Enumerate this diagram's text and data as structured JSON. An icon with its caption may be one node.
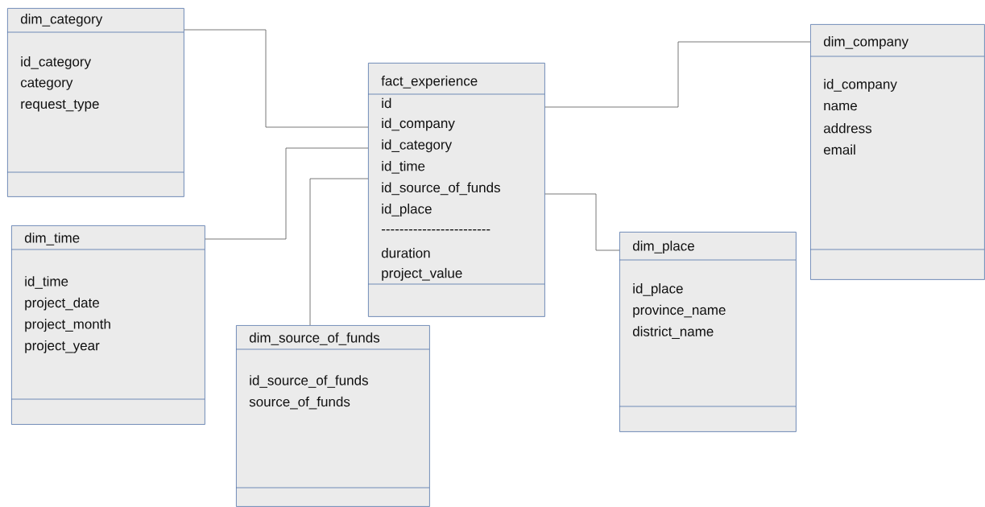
{
  "diagram": {
    "nodes": [
      {
        "text": [
          "dim_category",
          "id_category",
          "category",
          "request_type"
        ]
      },
      {
        "text": [
          "fact_experience",
          "id",
          "id_company",
          "id_category",
          "id_time",
          "id_source_of_funds",
          "id_place",
          "------------------------",
          "duration",
          "project_value"
        ]
      },
      {
        "text": [
          "dim_company",
          "id_company",
          "name",
          "address",
          "email"
        ]
      },
      {
        "text": [
          "dim_time",
          "id_time",
          "project_date",
          "project_month",
          "project_year"
        ]
      },
      {
        "text": [
          "dim_place",
          "id_place",
          "province_name",
          "district_name"
        ]
      },
      {
        "text": [
          "dim_source_of_funds",
          "id_source_of_funds",
          "source_of_funds"
        ]
      }
    ],
    "edges": [
      {
        "from": 0,
        "to": 1,
        "arrow": "none"
      },
      {
        "from": 1,
        "to": 2,
        "arrow": "none"
      },
      {
        "from": 3,
        "to": 1,
        "arrow": "none"
      },
      {
        "from": 5,
        "to": 1,
        "arrow": "none"
      },
      {
        "from": 1,
        "to": 4,
        "arrow": "none"
      }
    ]
  }
}
